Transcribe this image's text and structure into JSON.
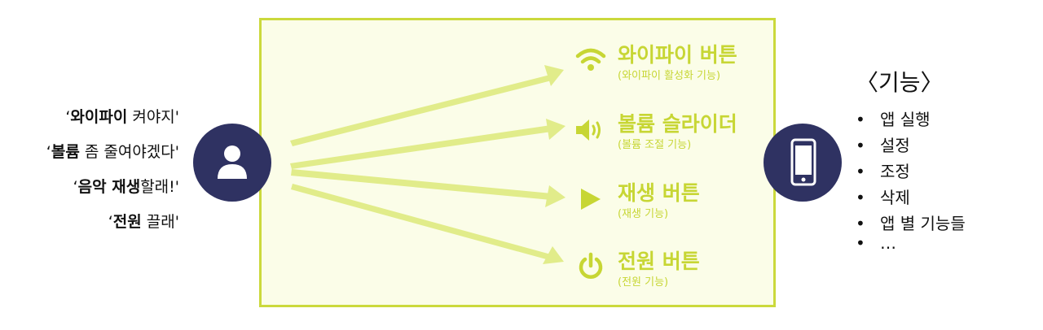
{
  "utterances": [
    {
      "bold": "와이파이",
      "rest": " 켜야지'"
    },
    {
      "bold": "볼륨",
      "rest": " 좀 줄여야겠다'"
    },
    {
      "bold": "음악 재생",
      "rest": "할래!'"
    },
    {
      "bold": "전원",
      "rest": " 끌래'"
    }
  ],
  "quote_open": "‘",
  "functions": [
    {
      "title": "와이파이 버튼",
      "subtitle": "(와이파이 활성화 기능)",
      "icon": "wifi-icon"
    },
    {
      "title": "볼륨 슬라이더",
      "subtitle": "(볼륨 조절 기능)",
      "icon": "speaker-icon"
    },
    {
      "title": "재생 버튼",
      "subtitle": "(재생 기능)",
      "icon": "play-icon"
    },
    {
      "title": "전원 버튼",
      "subtitle": "(전원 기능)",
      "icon": "power-icon"
    }
  ],
  "features": {
    "heading": "〈기능〉",
    "bullet": "•",
    "items": [
      "앱 실행",
      "설정",
      "조정",
      "삭제",
      "앱 별 기능들",
      "…"
    ]
  },
  "colors": {
    "accent": "#c7d634",
    "arrow": "#e1ec8a",
    "panel_bg": "#fbfde8",
    "panel_border": "#cbd93c",
    "circle": "#2f3262"
  },
  "icons": {
    "user": "user-icon",
    "phone": "smartphone-icon"
  }
}
